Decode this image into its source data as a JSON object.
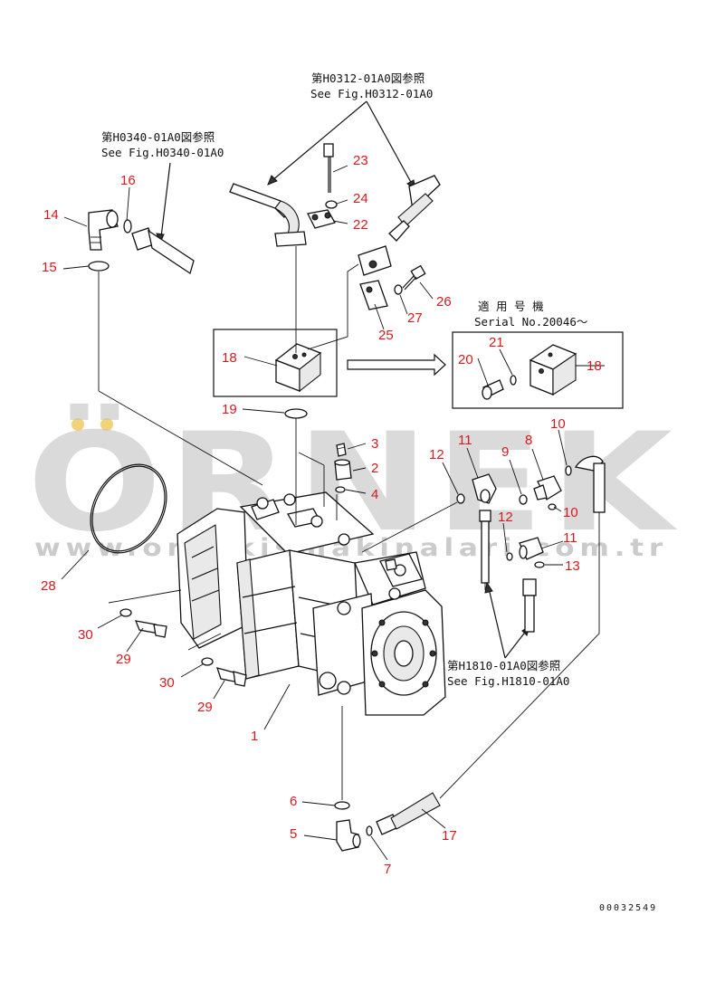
{
  "watermark": {
    "brand": "ÖRNEK",
    "url": "www.ornekismakinalari.com.tr",
    "dots_color": "#f2d27a"
  },
  "references": {
    "h0312_jp": "第H0312-01A0図参照",
    "h0312_en": "See Fig.H0312-01A0",
    "h0340_jp": "第H0340-01A0図参照",
    "h0340_en": "See Fig.H0340-01A0",
    "h1810_jp": "第H1810-01A0図参照",
    "h1810_en": "See Fig.H1810-01A0"
  },
  "serial_note": {
    "jp": "適 用 号 機",
    "en": "Serial No.20046～"
  },
  "callouts": {
    "c1": "1",
    "c2": "2",
    "c3": "3",
    "c4": "4",
    "c5": "5",
    "c6": "6",
    "c7": "7",
    "c8": "8",
    "c9": "9",
    "c10a": "10",
    "c10b": "10",
    "c11a": "11",
    "c11b": "11",
    "c12a": "12",
    "c12b": "12",
    "c13": "13",
    "c14": "14",
    "c15": "15",
    "c16": "16",
    "c17": "17",
    "c18a": "18",
    "c18b": "18",
    "c19": "19",
    "c20": "20",
    "c21": "21",
    "c22": "22",
    "c23": "23",
    "c24": "24",
    "c25": "25",
    "c26": "26",
    "c27": "27",
    "c28": "28",
    "c29a": "29",
    "c29b": "29",
    "c30a": "30",
    "c30b": "30"
  },
  "drawing_code": "00032549",
  "colors": {
    "callout": "#d71920",
    "ink": "#111111"
  }
}
